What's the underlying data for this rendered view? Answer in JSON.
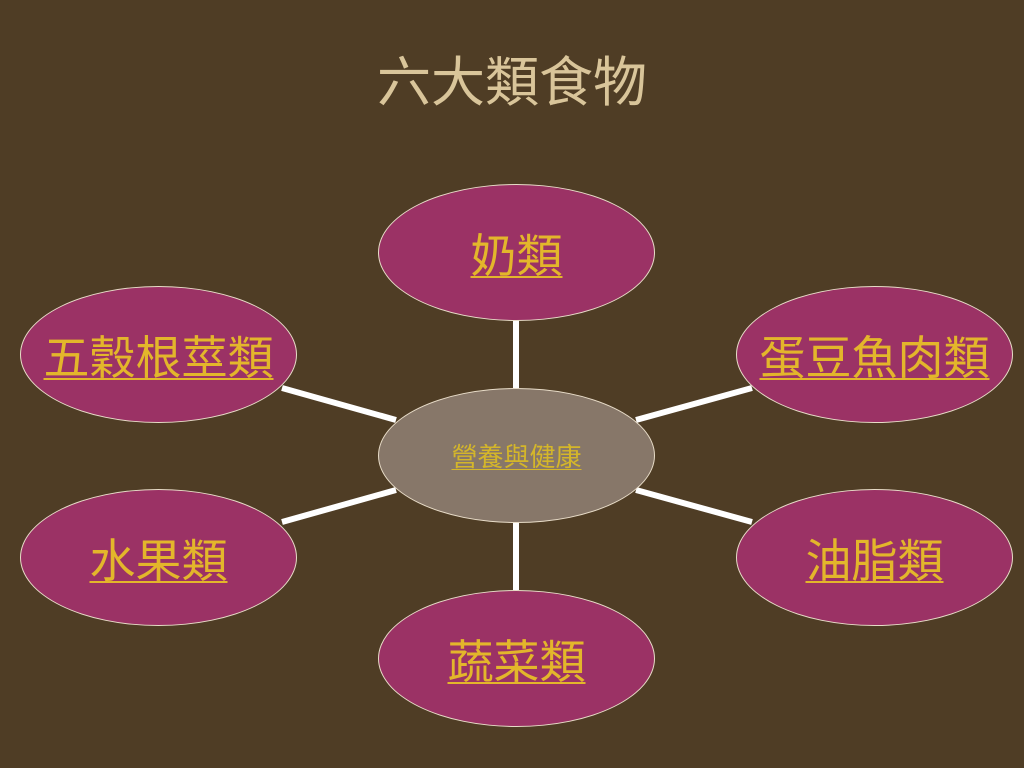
{
  "slide": {
    "title": "六大類食物",
    "background": "#4f3d25",
    "title_color": "#d9c59a"
  },
  "diagram": {
    "type": "hub-and-spoke",
    "center": {
      "label": "營養與健康",
      "fill": "#877769"
    },
    "nodes": [
      {
        "id": "dairy",
        "label": "奶類"
      },
      {
        "id": "protein",
        "label": "蛋豆魚肉類"
      },
      {
        "id": "oils",
        "label": "油脂類"
      },
      {
        "id": "vegetables",
        "label": "蔬菜類"
      },
      {
        "id": "fruit",
        "label": "水果類"
      },
      {
        "id": "grains",
        "label": "五穀根莖類"
      }
    ],
    "node_fill": "#9b3265",
    "link_color": "#e3b62b",
    "connector_color": "#ffffff"
  }
}
